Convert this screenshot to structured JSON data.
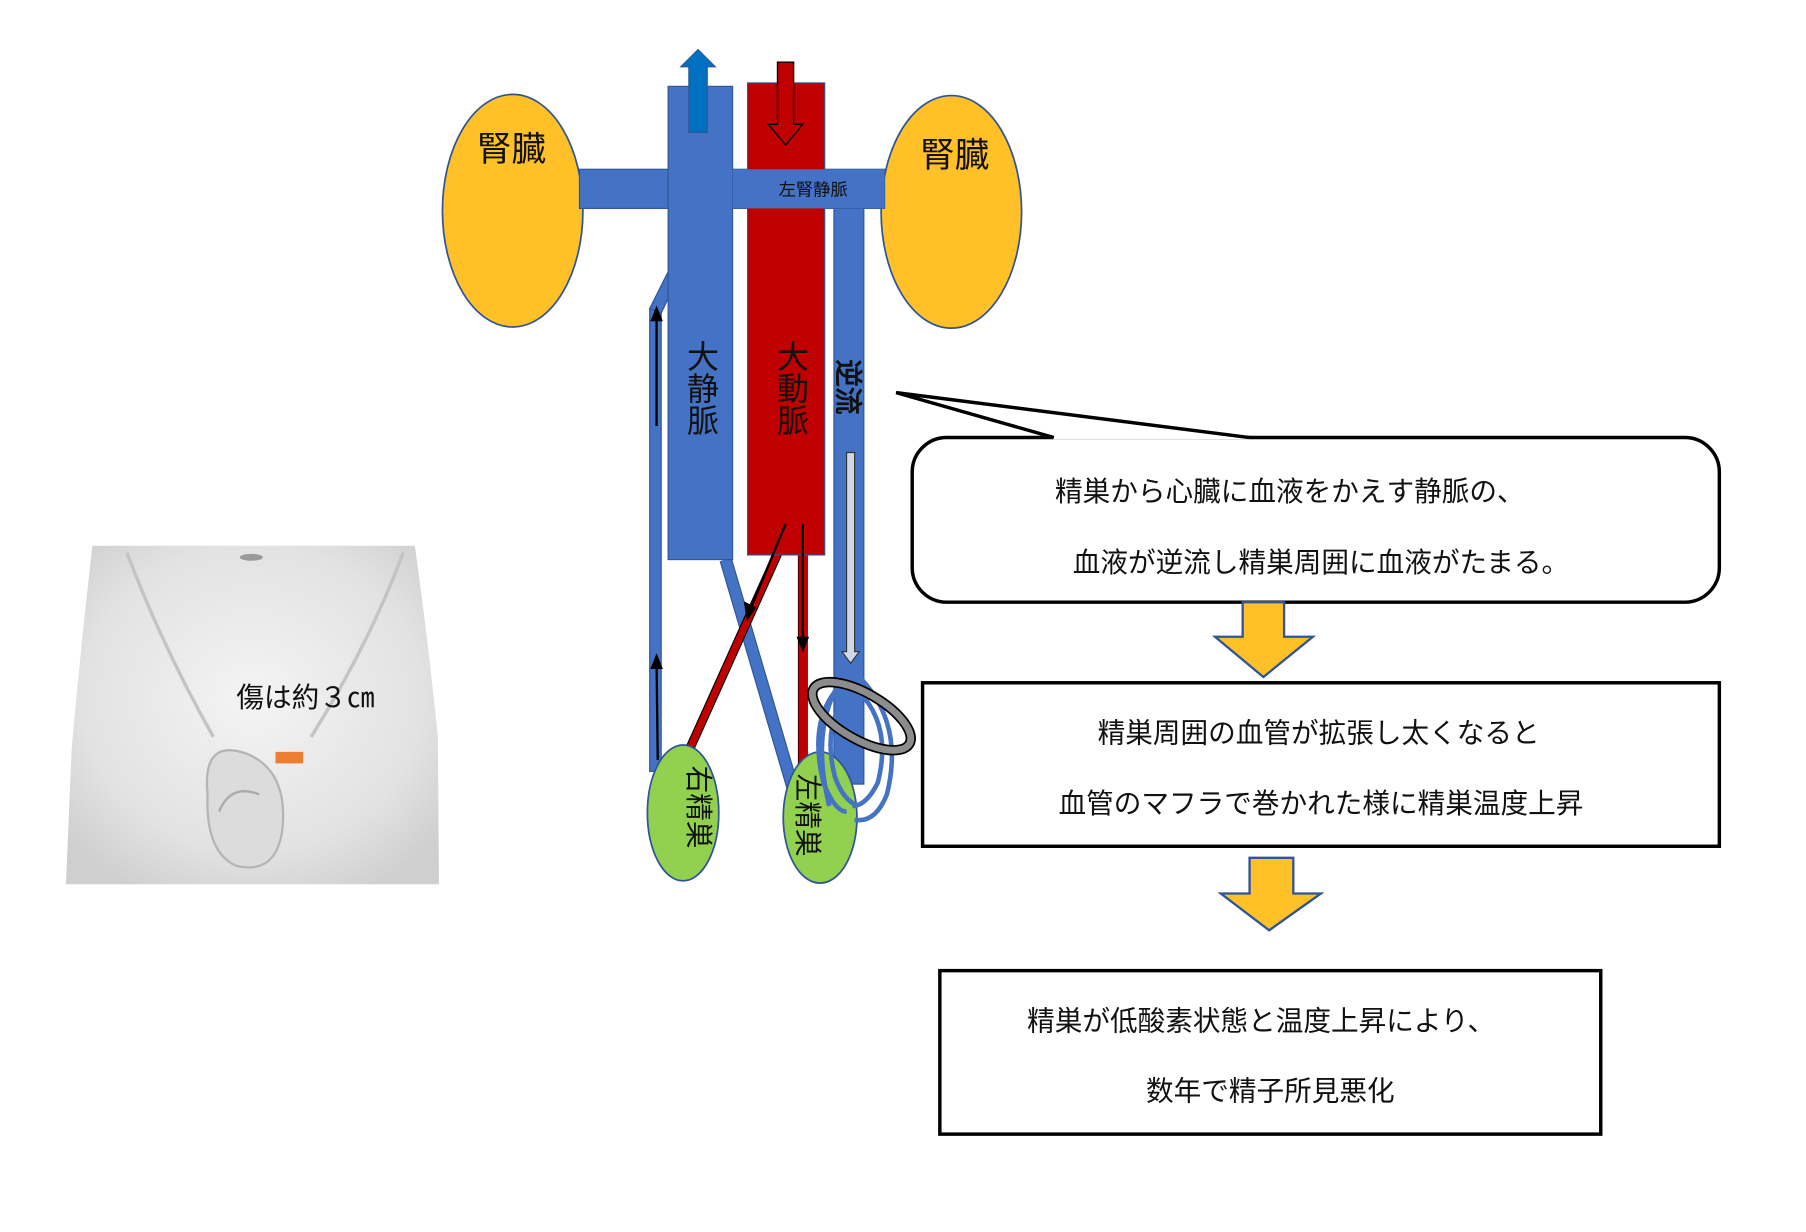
{
  "labels": {
    "kidney_left": "腎臓",
    "kidney_right": "腎臓",
    "left_renal_vein": "左腎静脈",
    "vena_cava": "大静脈",
    "aorta": "大動脈",
    "reflux": "逆流",
    "right_testis": "右精巣",
    "left_testis": "左精巣",
    "incision": "傷は約３㎝"
  },
  "flow": {
    "callout": [
      "精巣から心臓に血液をかえす静脈の、",
      "血液が逆流し精巣周囲に血液がたまる。"
    ],
    "step2": [
      "精巣周囲の血管が拡張し太くなると",
      "血管のマフラで巻かれた様に精巣温度上昇"
    ],
    "step3": [
      "精巣が低酸素状態と温度上昇により、",
      "数年で精子所見悪化"
    ]
  },
  "colors": {
    "vein": "#4472C4",
    "artery": "#C00000",
    "kidney": "#FFC028",
    "testis": "#92D050",
    "incision_mark": "#ED7D31"
  }
}
